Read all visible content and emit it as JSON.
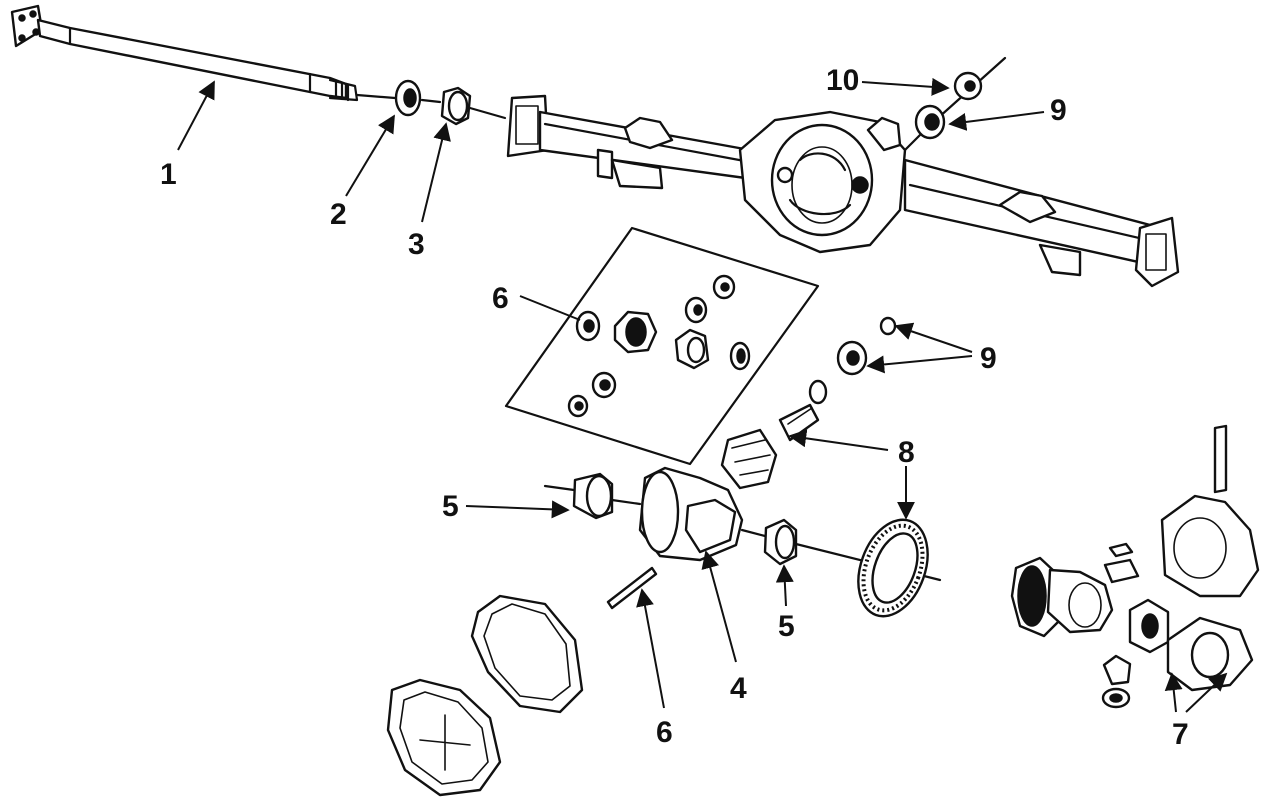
{
  "diagram": {
    "callouts": [
      {
        "id": "c1",
        "text": "1"
      },
      {
        "id": "c2",
        "text": "2"
      },
      {
        "id": "c3",
        "text": "3"
      },
      {
        "id": "c4",
        "text": "4"
      },
      {
        "id": "c5a",
        "text": "5"
      },
      {
        "id": "c5b",
        "text": "5"
      },
      {
        "id": "c6a",
        "text": "6"
      },
      {
        "id": "c6b",
        "text": "6"
      },
      {
        "id": "c7",
        "text": "7"
      },
      {
        "id": "c8",
        "text": "8"
      },
      {
        "id": "c9a",
        "text": "9"
      },
      {
        "id": "c9b",
        "text": "9"
      },
      {
        "id": "c10",
        "text": "10"
      }
    ],
    "colors": {
      "ink": "#111111",
      "paper": "#ffffff"
    }
  }
}
